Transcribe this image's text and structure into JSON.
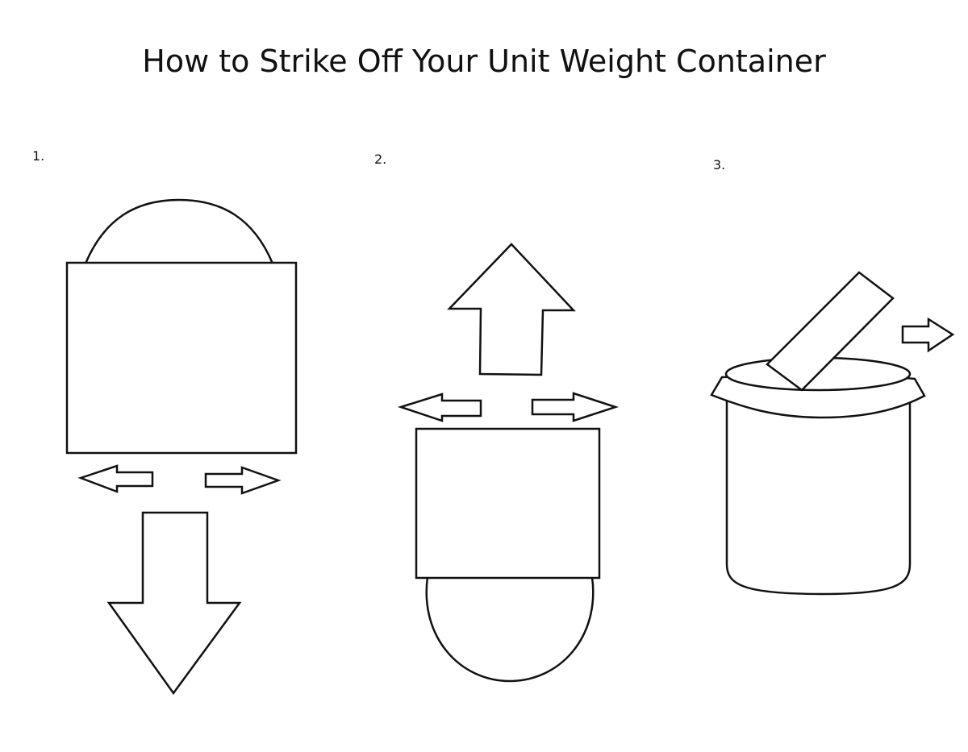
{
  "title": "How to Strike Off Your Unit Weight Container",
  "steps": [
    {
      "number": "1."
    },
    {
      "number": "2."
    },
    {
      "number": "3."
    }
  ]
}
